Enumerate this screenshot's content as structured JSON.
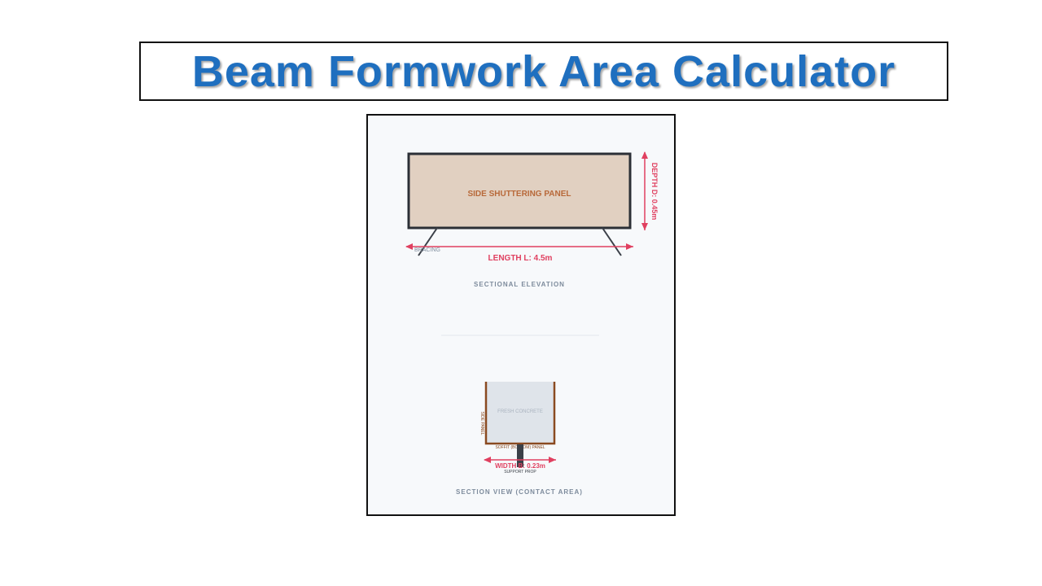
{
  "title": "Beam Formwork Area Calculator",
  "elevation": {
    "panel_label": "SIDE SHUTTERING PANEL",
    "bracing_label": "BRACING",
    "length_label": "LENGTH L: 4.5m",
    "depth_label": "DEPTH D: 0.45m",
    "caption": "SECTIONAL ELEVATION"
  },
  "section": {
    "concrete_label": "FRESH CONCRETE",
    "side_panel_label": "SIDE PANEL",
    "soffit_label": "SOFFIT (BOTTOM) PANEL",
    "width_label": "WIDTH B: 0.23m",
    "prop_label": "SUPPORT PROP",
    "caption": "SECTION VIEW (CONTACT AREA)"
  },
  "colors": {
    "title": "#1f6fbf",
    "panel_fill": "#e1d0c1",
    "panel_stroke": "#2b2f36",
    "panel_text": "#b8693a",
    "dimension": "#e04060",
    "caption": "#7d8b9c",
    "concrete": "#dfe4ea",
    "formwork": "#8a4a20",
    "prop": "#3b4048"
  }
}
